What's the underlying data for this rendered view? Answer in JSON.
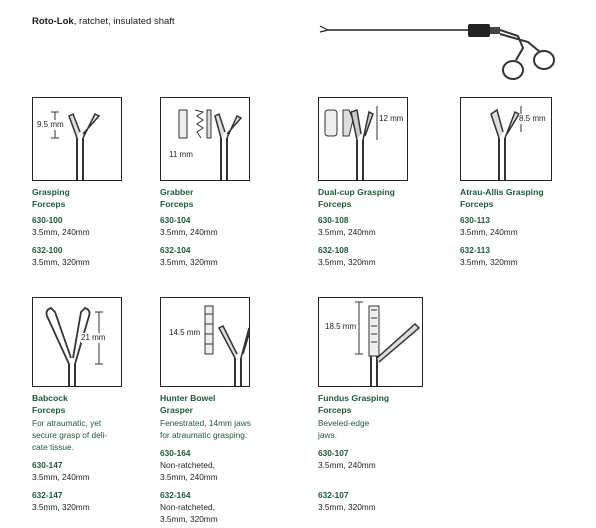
{
  "header": {
    "brand": "Roto-Lok",
    "rest": ", ratchet, insulated shaft"
  },
  "products": [
    {
      "title": [
        "Grasping",
        "Forceps"
      ],
      "desc": [],
      "measure": "9.5 mm",
      "variants": [
        {
          "code": "630-100",
          "spec": [
            "3.5mm, 240mm"
          ]
        },
        {
          "code": "632-100",
          "spec": [
            "3.5mm, 320mm"
          ]
        }
      ]
    },
    {
      "title": [
        "Grabber",
        "Forceps"
      ],
      "desc": [],
      "measure": "11 mm",
      "variants": [
        {
          "code": "630-104",
          "spec": [
            "3.5mm, 240mm"
          ]
        },
        {
          "code": "632-104",
          "spec": [
            "3.5mm, 320mm"
          ]
        }
      ]
    },
    {
      "title": [
        "Dual-cup Grasping",
        "Forceps"
      ],
      "desc": [],
      "measure": "12 mm",
      "variants": [
        {
          "code": "630-108",
          "spec": [
            "3.5mm, 240mm"
          ]
        },
        {
          "code": "632-108",
          "spec": [
            "3.5mm, 320mm"
          ]
        }
      ]
    },
    {
      "title": [
        "Atrau-Allis Grasping",
        "Forceps"
      ],
      "desc": [],
      "measure": "8.5 mm",
      "variants": [
        {
          "code": "630-113",
          "spec": [
            "3.5mm, 240mm"
          ]
        },
        {
          "code": "632-113",
          "spec": [
            "3.5mm, 320mm"
          ]
        }
      ]
    },
    {
      "title": [
        "Babcock",
        "Forceps"
      ],
      "desc": [
        "For atraumatic, yet",
        "secure grasp of deli-",
        "cate tissue."
      ],
      "measure": "21 mm",
      "variants": [
        {
          "code": "630-147",
          "spec": [
            "3.5mm, 240mm"
          ]
        },
        {
          "code": "632-147",
          "spec": [
            "3.5mm, 320mm"
          ]
        }
      ]
    },
    {
      "title": [
        "Hunter Bowel",
        "Grasper"
      ],
      "desc": [
        "Fenestrated, 14mm jaws",
        "for atraumatic grasping."
      ],
      "measure": "14.5 mm",
      "variants": [
        {
          "code": "630-164",
          "spec": [
            "Non-ratcheted,",
            "3.5mm, 240mm"
          ]
        },
        {
          "code": "632-164",
          "spec": [
            "Non-ratcheted,",
            "3.5mm, 320mm"
          ]
        }
      ]
    },
    {
      "title": [
        "Fundus Grasping",
        "Forceps"
      ],
      "desc": [
        "Beveled-edge",
        "jaws."
      ],
      "measure": "18.5 mm",
      "variants": [
        {
          "code": "630-107",
          "spec": [
            "3.5mm, 240mm"
          ]
        },
        {
          "code": "632-107",
          "spec": [
            "3.5mm, 320mm"
          ]
        }
      ]
    }
  ]
}
